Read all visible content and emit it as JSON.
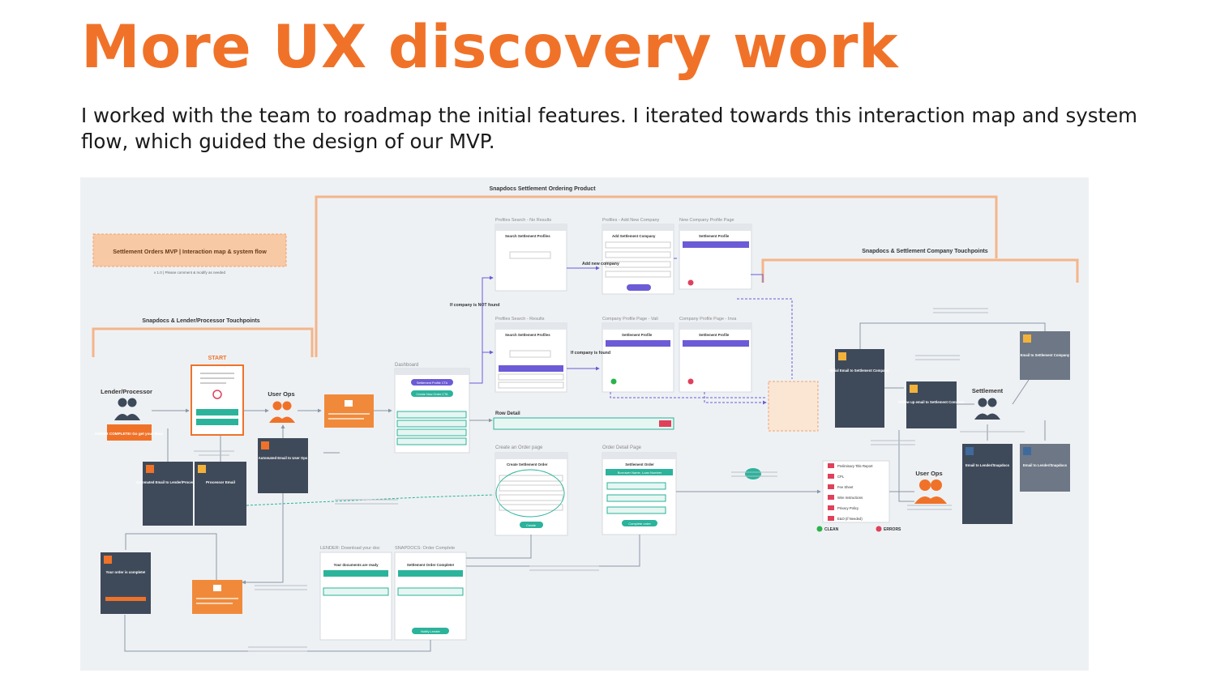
{
  "page": {
    "title": "More UX discovery work",
    "subtitle": "I worked with the team to roadmap the initial features. I iterated towards this interaction map and system flow, which guided the design of our MVP."
  },
  "diagram": {
    "product_label": "Snapdocs Settlement Ordering Product",
    "main_title": "Settlement Orders MVP | Interaction map & system flow",
    "version_note": "v 1.0  |  Please comment & modify as needed",
    "lender_touchpoints": "Snapdocs & Lender/Processor Touchpoints",
    "company_touchpoints": "Snapdocs & Settlement Company Touchpoints",
    "start": "START",
    "lender_processor": "Lender/Processor",
    "user_ops": "User Ops",
    "settlement": "Settlement",
    "dashboard": "Dashboard",
    "row_detail": "Row Detail",
    "create_order_page": "Create an Order page",
    "order_detail_page": "Order Detail Page",
    "clean": "CLEAN",
    "errors": "ERRORS",
    "add_new_company": "Add new company",
    "if_not_found": "If company is NOT found",
    "if_found": "If company is found",
    "order_complete_badge": "ORDER COMPLETE! Go get your docs",
    "screens": [
      {
        "title": "Profiles Search - No Results",
        "heading": "Search Settlement Profiles"
      },
      {
        "title": "Profiles - Add New Company",
        "heading": "Add Settlement Company"
      },
      {
        "title": "New Company Profile Page",
        "heading": "Settlement Profile"
      },
      {
        "title": "Profiles Search - Results",
        "heading": "Search Settlement Profiles"
      },
      {
        "title": "Company Profile Page - Vali",
        "heading": "Settlement Profile"
      },
      {
        "title": "Company Profile Page - Inva",
        "heading": "Settlement Profile"
      }
    ],
    "cards": {
      "automated_email": "Automated Email to Lender/Processor",
      "processor_email": "Processor Email",
      "automated_email_ops": "Automated Email to User Ops",
      "order_complete": "Your order is complete!",
      "initial_email": "Initial Email to Settlement Company",
      "follow_up_email": "Follow up email to Settlement Company",
      "email_settlement": "Email to Settlement Company",
      "email_lender": "Email to Lender/Snapdocs",
      "email_lender_2": "Email to Lender/Snapdocs"
    },
    "bottom_screens": [
      {
        "title": "LENDER: Download your doc",
        "heading": "Your documents are ready",
        "button": ""
      },
      {
        "title": "SNAPDOCS: Order Complete",
        "heading": "Settlement Order Complete!",
        "button": "Notify Lender"
      }
    ],
    "dashboard_buttons": [
      "Settlement Profile CTA",
      "Create New Order CTA"
    ],
    "create_order": {
      "heading": "Create Settlement Order",
      "button": "Create"
    },
    "order_detail": {
      "heading": "Settlement Order",
      "banner": "Borrower Name, Loan Number",
      "button": "Complete order"
    },
    "doc_list": [
      "Preliminary Title Report",
      "CPL",
      "Fee Sheet",
      "Wire Instructions",
      "Privacy Policy",
      "E&O (if Needed)"
    ]
  }
}
